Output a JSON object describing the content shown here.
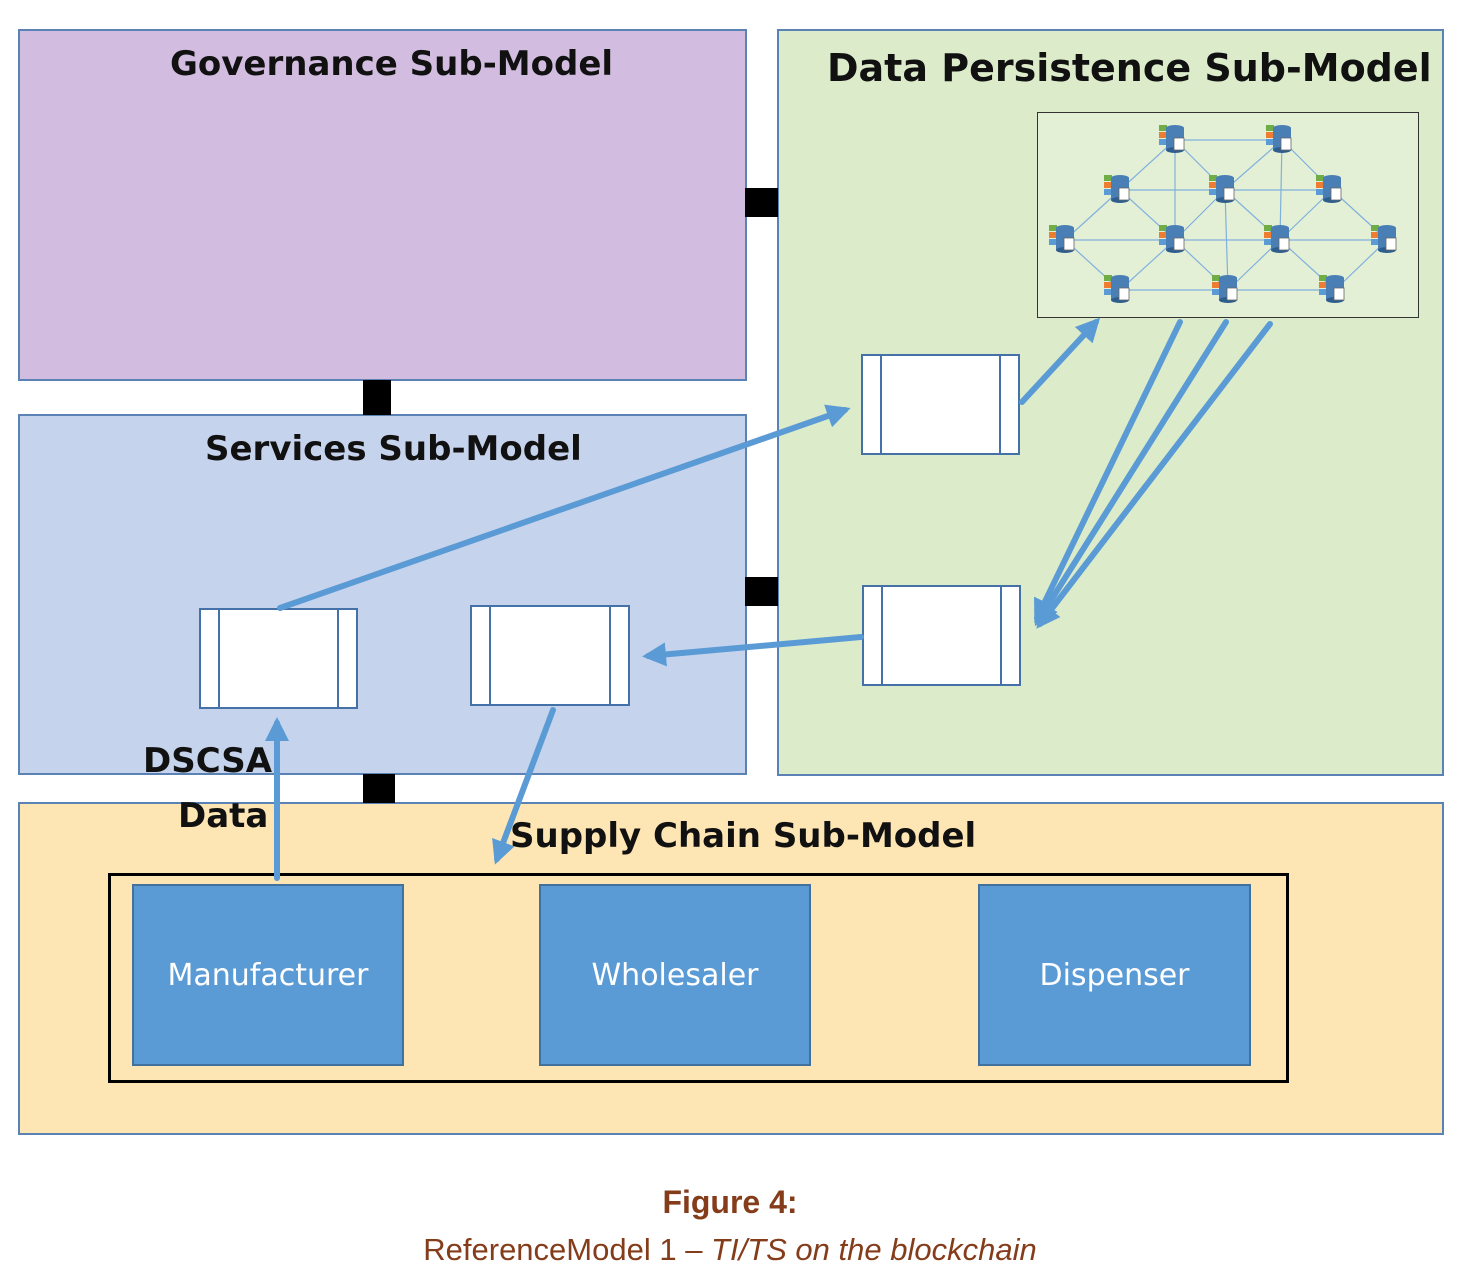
{
  "panels": {
    "governance": {
      "title": "Governance Sub-Model"
    },
    "data_persistence": {
      "title": "Data Persistence Sub-Model"
    },
    "services": {
      "title": "Services Sub-Model"
    },
    "supply_chain": {
      "title": "Supply Chain Sub-Model"
    }
  },
  "dscsa_label": {
    "line1": "DSCSA",
    "line2": "Data"
  },
  "actors": [
    {
      "label": "Manufacturer"
    },
    {
      "label": "Wholesaler"
    },
    {
      "label": "Dispenser"
    }
  ],
  "caption": {
    "figure": "Figure 4:",
    "text": "ReferenceModel 1 – ",
    "italic": "TI/TS on the blockchain"
  },
  "colors": {
    "governance": "#d2bde0",
    "data_persistence": "#dcecca",
    "services": "#c6d3ec",
    "supply_chain": "#fde6b4",
    "actor": "#5b9bd5",
    "arrow": "#5b9bd5",
    "caption": "#843c1a"
  },
  "icons": {
    "network_node": "database-server-icon"
  }
}
